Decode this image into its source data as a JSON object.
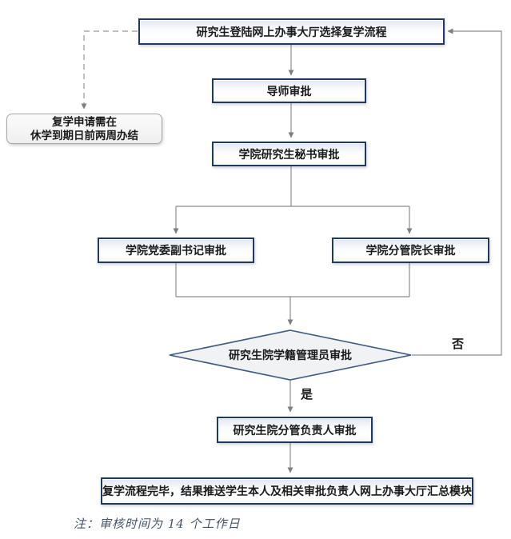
{
  "flowchart": {
    "title_hint": "复学流程审批图",
    "nodes": {
      "start": "研究生登陆网上办事大厅选择复学流程",
      "advisor": "导师审批",
      "secretary": "学院研究生秘书审批",
      "deputy_secretary": "学院党委副书记审批",
      "dean": "学院分管院长审批",
      "decision": "研究生院学籍管理员审批",
      "lead": "研究生院分管负责人审批",
      "end": "复学流程完毕，结果推送学生本人及相关审批负责人网上办事大厅汇总模块"
    },
    "annotation": {
      "line1": "复学申请需在",
      "line2": "休学到期日前两周办结"
    },
    "labels": {
      "yes": "是",
      "no": "否"
    },
    "note": "注：审核时间为 14 个工作日",
    "colors": {
      "box_border": "#1f3864",
      "diamond_border": "#3e5c80",
      "connector": "#8c8c8c",
      "note_text": "#44546a"
    }
  }
}
